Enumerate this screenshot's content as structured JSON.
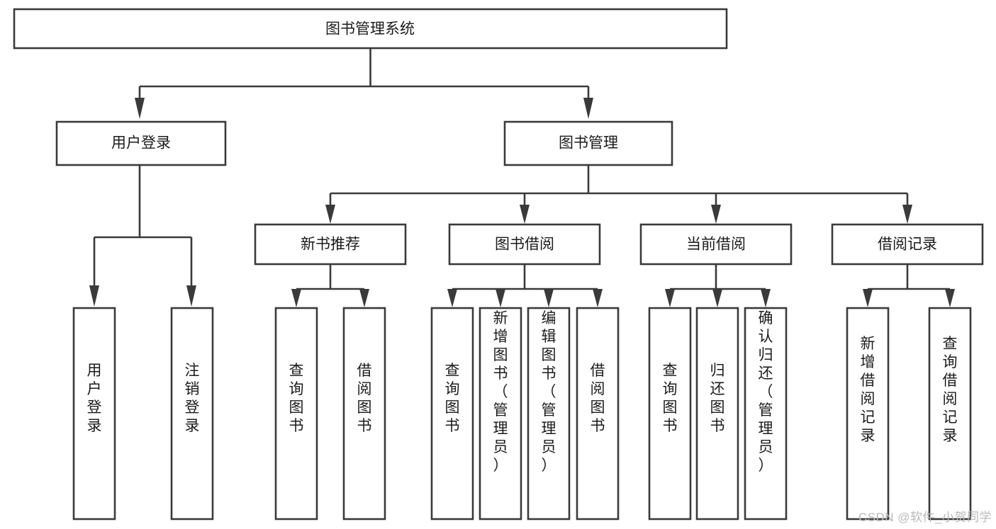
{
  "diagram": {
    "type": "tree-hierarchy",
    "orientation": "top-down",
    "title": "图书管理系统",
    "watermark": "CSDN @软件_小贺同学",
    "colors": {
      "stroke": "#3a3a3a",
      "box_fill": "#ffffff",
      "text": "#1b1b1b",
      "background": "#ffffff",
      "watermark": "#b9b9b9"
    },
    "levels": {
      "root": {
        "label": "图书管理系统",
        "orientation": "horizontal"
      },
      "level1": [
        {
          "id": "user-login",
          "label": "用户登录",
          "orientation": "horizontal"
        },
        {
          "id": "book-management",
          "label": "图书管理",
          "orientation": "horizontal"
        }
      ],
      "level2": [
        {
          "id": "new-book-recommend",
          "label": "新书推荐",
          "orientation": "horizontal",
          "parent": "book-management"
        },
        {
          "id": "book-borrow",
          "label": "图书借阅",
          "orientation": "horizontal",
          "parent": "book-management"
        },
        {
          "id": "current-borrow",
          "label": "当前借阅",
          "orientation": "horizontal",
          "parent": "book-management"
        },
        {
          "id": "borrow-record",
          "label": "借阅记录",
          "orientation": "horizontal",
          "parent": "book-management"
        }
      ],
      "leaves": [
        {
          "id": "leaf-user-login",
          "label": "用户登录",
          "orientation": "vertical",
          "parent": "user-login"
        },
        {
          "id": "leaf-logout-login",
          "label": "注销登录",
          "orientation": "vertical",
          "parent": "user-login"
        },
        {
          "id": "leaf-query-book-1",
          "label": "查询图书",
          "orientation": "vertical",
          "parent": "new-book-recommend"
        },
        {
          "id": "leaf-borrow-book-1",
          "label": "借阅图书",
          "orientation": "vertical",
          "parent": "new-book-recommend"
        },
        {
          "id": "leaf-query-book-2",
          "label": "查询图书",
          "orientation": "vertical",
          "parent": "book-borrow"
        },
        {
          "id": "leaf-add-book",
          "label": "新增图书（管理员）",
          "orientation": "vertical",
          "parent": "book-borrow"
        },
        {
          "id": "leaf-edit-book",
          "label": "编辑图书（管理员）",
          "orientation": "vertical",
          "parent": "book-borrow"
        },
        {
          "id": "leaf-borrow-book-2",
          "label": "借阅图书",
          "orientation": "vertical",
          "parent": "book-borrow"
        },
        {
          "id": "leaf-query-book-3",
          "label": "查询图书",
          "orientation": "vertical",
          "parent": "current-borrow"
        },
        {
          "id": "leaf-return-book",
          "label": "归还图书",
          "orientation": "vertical",
          "parent": "current-borrow"
        },
        {
          "id": "leaf-confirm-return",
          "label": "确认归还（管理员）",
          "orientation": "vertical",
          "parent": "current-borrow"
        },
        {
          "id": "leaf-add-record",
          "label": "新增借阅记录",
          "orientation": "vertical",
          "parent": "borrow-record"
        },
        {
          "id": "leaf-query-record",
          "label": "查询借阅记录",
          "orientation": "vertical",
          "parent": "borrow-record"
        }
      ]
    }
  }
}
